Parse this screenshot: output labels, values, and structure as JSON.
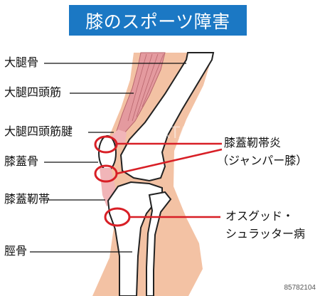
{
  "title": "膝のスポーツ障害",
  "labels": {
    "femur": "大腿骨",
    "quadriceps": "大腿四頭筋",
    "quadriceps_tendon": "大腿四頭筋腱",
    "patella": "膝蓋骨",
    "patellar_ligament": "膝蓋靭帯",
    "tibia": "脛骨"
  },
  "conditions": {
    "jumpers_knee_line1": "膝蓋靭帯炎",
    "jumpers_knee_line2": "（ジャンパー膝）",
    "osgood_line1": "オスグッド・",
    "osgood_line2": "シュラッター病"
  },
  "image_id": "85782104",
  "colors": {
    "title_bg": "#1b78c4",
    "skin": "#f3c2a4",
    "muscle": "#e49a9f",
    "tendon": "#f1b5b8",
    "bone_outline": "#222222",
    "highlight": "#d81f26"
  }
}
